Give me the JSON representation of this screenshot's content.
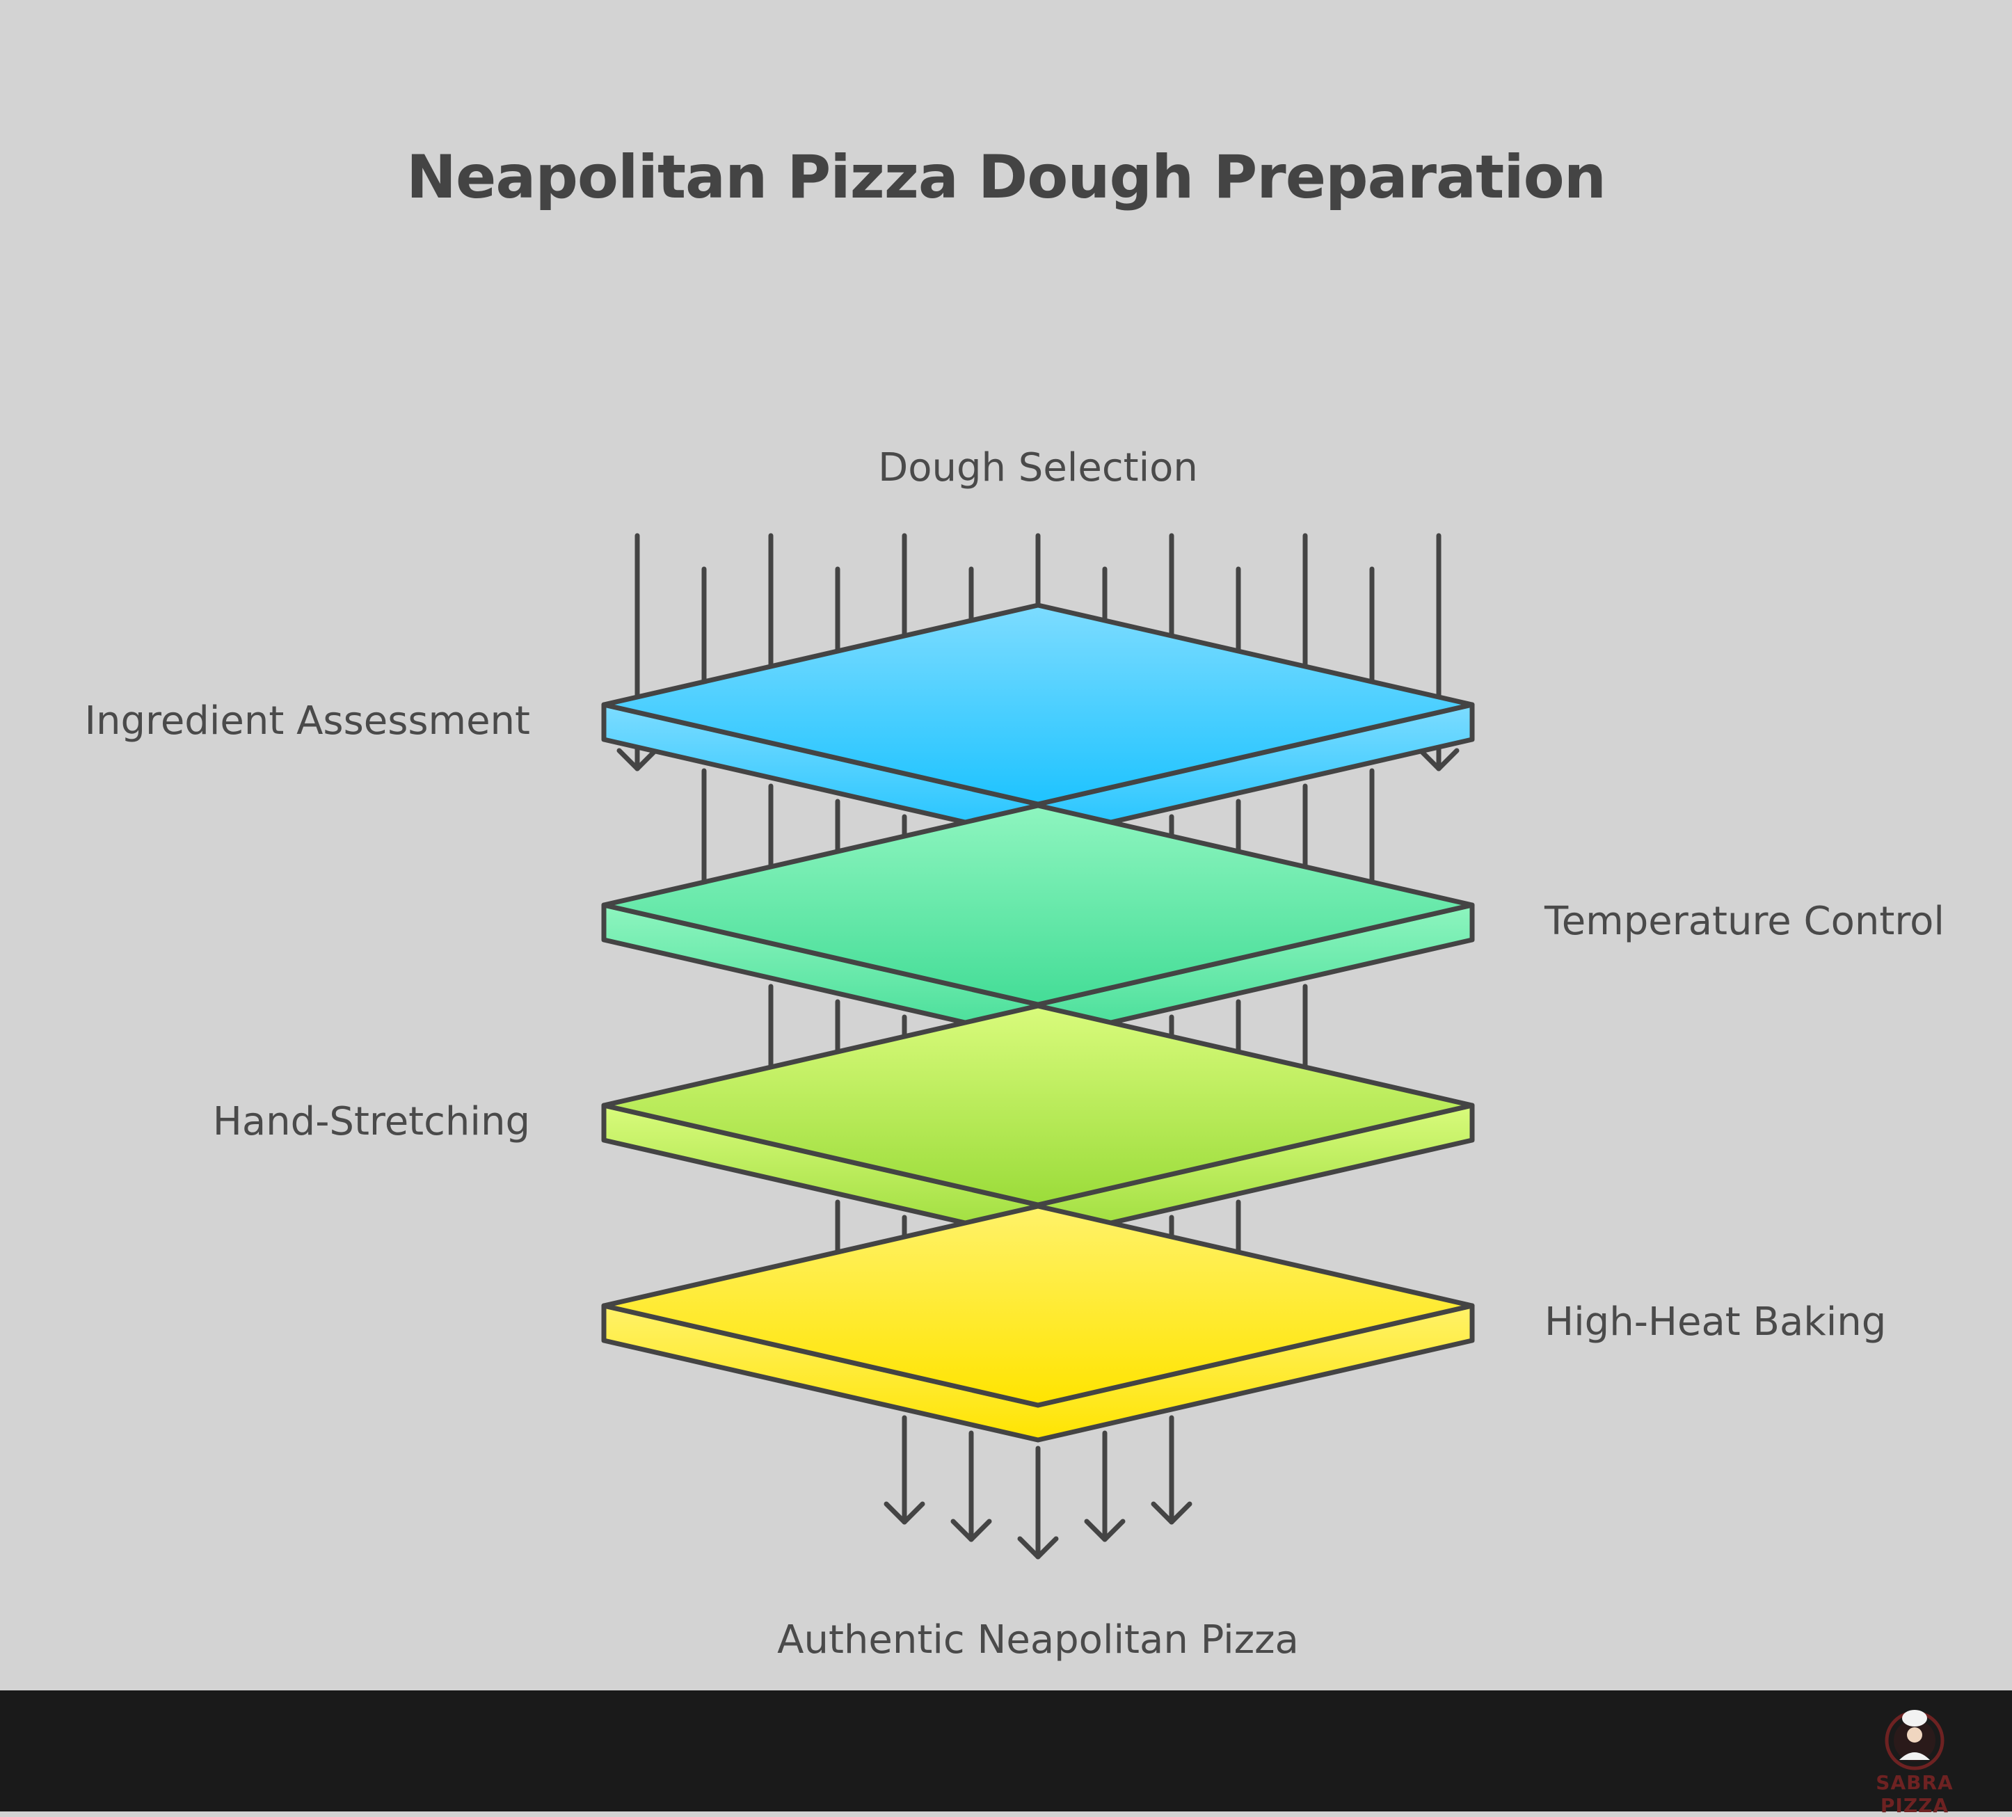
{
  "title": "Neapolitan Pizza Dough Preparation",
  "labels": {
    "top": "Dough Selection",
    "layer1": "Ingredient Assessment",
    "layer2": "Temperature Control",
    "layer3": "Hand-Stretching",
    "layer4": "High-Heat Baking",
    "bottom": "Authentic Neapolitan Pizza"
  },
  "layers": [
    {
      "name": "Ingredient Assessment",
      "top_color": "#7ddcff",
      "bottom_color": "#1ec3ff"
    },
    {
      "name": "Temperature Control",
      "top_color": "#8ef5bf",
      "bottom_color": "#44dd97"
    },
    {
      "name": "Hand-Stretching",
      "top_color": "#d9fb7c",
      "bottom_color": "#9bdc3a"
    },
    {
      "name": "High-Heat Baking",
      "top_color": "#fff26a",
      "bottom_color": "#ffe400"
    }
  ],
  "line_color": "#444444",
  "footer": {
    "brand": "SABRA PIZZA",
    "brand_color": "#6e2222"
  }
}
